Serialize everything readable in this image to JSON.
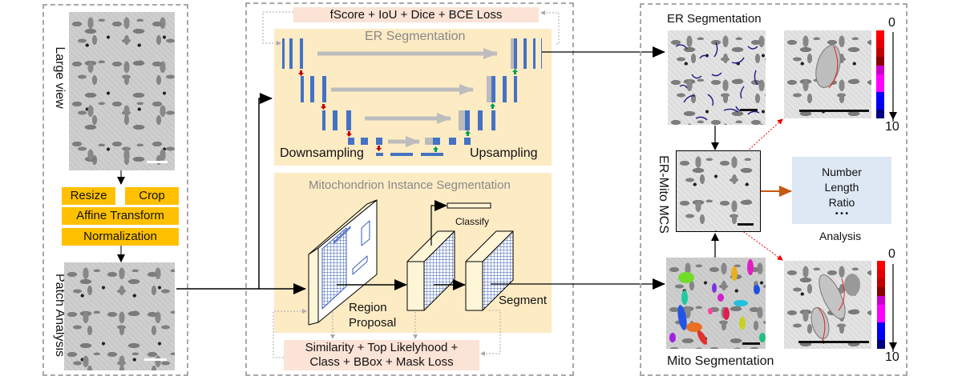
{
  "preprocessing": {
    "large_view_label": "Large view",
    "patch_analysis_label": "Patch Analysis",
    "steps": {
      "resize": "Resize",
      "crop": "Crop",
      "affine": "Affine Transform",
      "normalization": "Normalization"
    }
  },
  "network": {
    "er_loss": "fScore + IoU + Dice + BCE Loss",
    "er_title": "ER Segmentation",
    "downsampling": "Downsampling",
    "upsampling": "Upsampling",
    "mito_title": "Mitochondrion Instance Segmentation",
    "classify": "Classify",
    "region_proposal_line1": "Region",
    "region_proposal_line2": "Proposal",
    "segment": "Segment",
    "mito_loss_line1": "Similarity + Top Likelyhood +",
    "mito_loss_line2": "Class + BBox + Mask Loss"
  },
  "results": {
    "er_segmentation": "ER Segmentation",
    "mcs_label": "ER-Mito MCS",
    "mito_segmentation": "Mito Segmentation",
    "analysis_items": [
      "Number",
      "Length",
      "Ratio",
      "• • •"
    ],
    "analysis_label": "Analysis",
    "colorbar_top": {
      "min": "0",
      "max": "10"
    },
    "colorbar_bottom": {
      "min": "0",
      "max": "10"
    },
    "colorbar_colors": [
      "#ff0000",
      "#e00000",
      "#c00000",
      "#8b0000",
      "#cc00cc",
      "#ff00ff",
      "#ff00ff",
      "#0000ff",
      "#0000ee",
      "#000080"
    ]
  },
  "colors": {
    "yellow_box": "#ffc000",
    "cream_bg": "#fdebc4",
    "loss_bg": "#fbe3d6",
    "analysis_bg": "#dde8f4",
    "block_blue": "#4472c4",
    "arrow_orange": "#c55a11",
    "dashed_border": "#a8a8a8"
  }
}
